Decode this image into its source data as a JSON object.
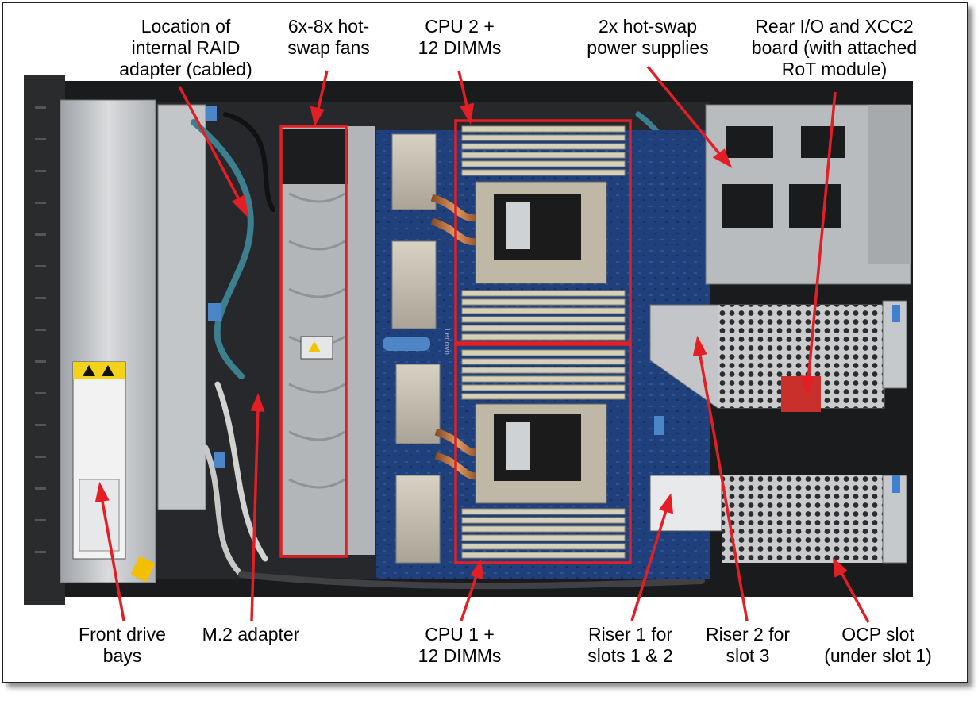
{
  "labels": {
    "raid": [
      "Location of",
      "internal RAID",
      "adapter (cabled)"
    ],
    "fans": [
      "6x-8x hot-",
      "swap fans"
    ],
    "cpu2": [
      "CPU 2 +",
      "12 DIMMs"
    ],
    "psu": [
      "2x hot-swap",
      "power supplies"
    ],
    "rear_io": [
      "Rear I/O and XCC2",
      "board (with attached",
      "RoT module)"
    ],
    "front_bays": [
      "Front drive",
      "bays"
    ],
    "m2": [
      "M.2 adapter"
    ],
    "cpu1": [
      "CPU 1 +",
      "12 DIMMs"
    ],
    "riser1": [
      "Riser 1 for",
      "slots 1 & 2"
    ],
    "riser2": [
      "Riser 2 for",
      "slot 3"
    ],
    "ocp": [
      "OCP slot",
      "(under slot 1)"
    ]
  },
  "board_marking": "Lenovo",
  "colors": {
    "arrow": "#e31e24",
    "highlight_box": "#e31e24",
    "board": "#1f3f7a",
    "chassis": "#b9bcc0",
    "heatsink": "#c9c4b8",
    "dimm": "#d8d2bd"
  }
}
